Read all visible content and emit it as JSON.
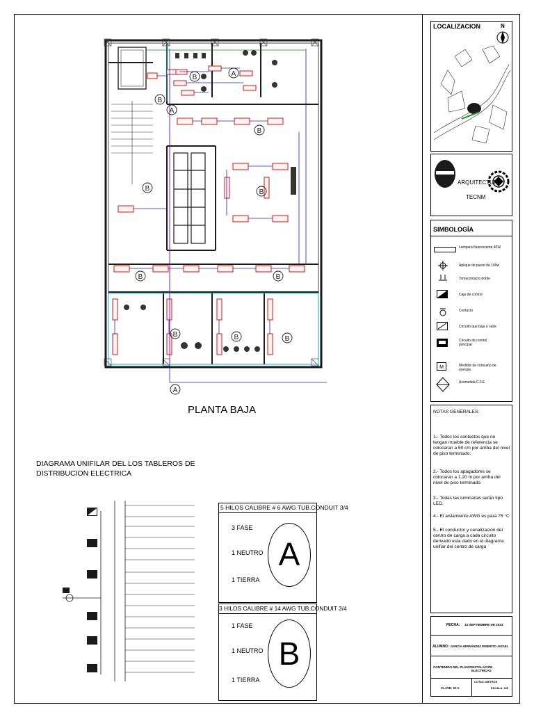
{
  "plan": {
    "title": "PLANTA BAJA"
  },
  "unifilar": {
    "title_line1": "DIAGRAMA UNIFILAR DEL LOS TABLEROS DE",
    "title_line2": "DISTRIBUCION ELECTRICA"
  },
  "wire_a": {
    "header": "5 HILOS  CALIBRE # 6 AWG TUB.CONDUIT 3/4",
    "line1": "3 FASE",
    "line2": "1 NEUTRO",
    "line3": "1 TIERRA",
    "letter": "A"
  },
  "wire_b": {
    "header": "3 HILOS  CALIBRE # 14 AWG TUB.CONDUIT 3/4",
    "line1": "1 FASE",
    "line2": "1 NEUTRO",
    "line3": "1 TIERRA",
    "letter": "B"
  },
  "titleblock": {
    "localizacion": "LOCALIZACION",
    "north": "N",
    "logo_line1": "ARQUITECTURA",
    "logo_line2": "TECNM",
    "simbologia": "SIMBOLOGÍA",
    "symbols": [
      {
        "label": "Lampara fluorescente 40W",
        "icon": "lamp-icon"
      },
      {
        "label": "Aplique de pared de 100w",
        "icon": "wall-light-icon"
      },
      {
        "label": "Tomacontacto doble",
        "icon": "double-outlet-icon"
      },
      {
        "label": "Caja de control",
        "icon": "control-box-icon"
      },
      {
        "label": "Contacto",
        "icon": "outlet-icon"
      },
      {
        "label": "Circuito que baja o sube",
        "icon": "circuit-updown-icon"
      },
      {
        "label": "Circuito de control principal",
        "icon": "main-circuit-icon"
      },
      {
        "label": "Medidor de consumo de energía",
        "icon": "meter-icon"
      },
      {
        "label": "Acometida C.F.E",
        "icon": "service-entry-icon"
      }
    ],
    "notas_title": "NOTAS GENERALES:",
    "notas": [
      "1.- Todos los contactos que no tengan mueble de referencia se colocaran a 50 cm por arriba del nivel de piso terminado.",
      "2.- Todos los apagadores se colocaran a 1.20 m por arriba del nivel de piso terminado.",
      "3.- Todas las luminarias serán tipo LED.",
      "4.- El aislamiento AWG es para 75 °C",
      "5.- El conductor y canalización del centro de carga a cada circuito derivado esta dado en el diagrama unifiar del centro de carga"
    ],
    "fecha_label": "FECHA:",
    "fecha_value": "13 SEPTIEMBRE DE 2023",
    "alumno_label": "ALUMNO:",
    "alumno_value": "GARCÍA HERNÁNDEZ ROBERTO JAZAEL",
    "contenido_label": "CONTENIDO DEL PLANO:",
    "contenido_value": "INSTALACIÓN ELÉCTRICAS",
    "clave_label": "CLAVE:",
    "clave_value": "IE-1",
    "cotas_label": "COTAS: METROS",
    "escala_label": "ESCALA: S/E"
  },
  "colors": {
    "wall": "#1a1a1a",
    "lamp": "#e01010",
    "circuit": "#2020c0",
    "cyan": "#00b0c8",
    "green": "#109010",
    "magenta": "#b000b0"
  }
}
